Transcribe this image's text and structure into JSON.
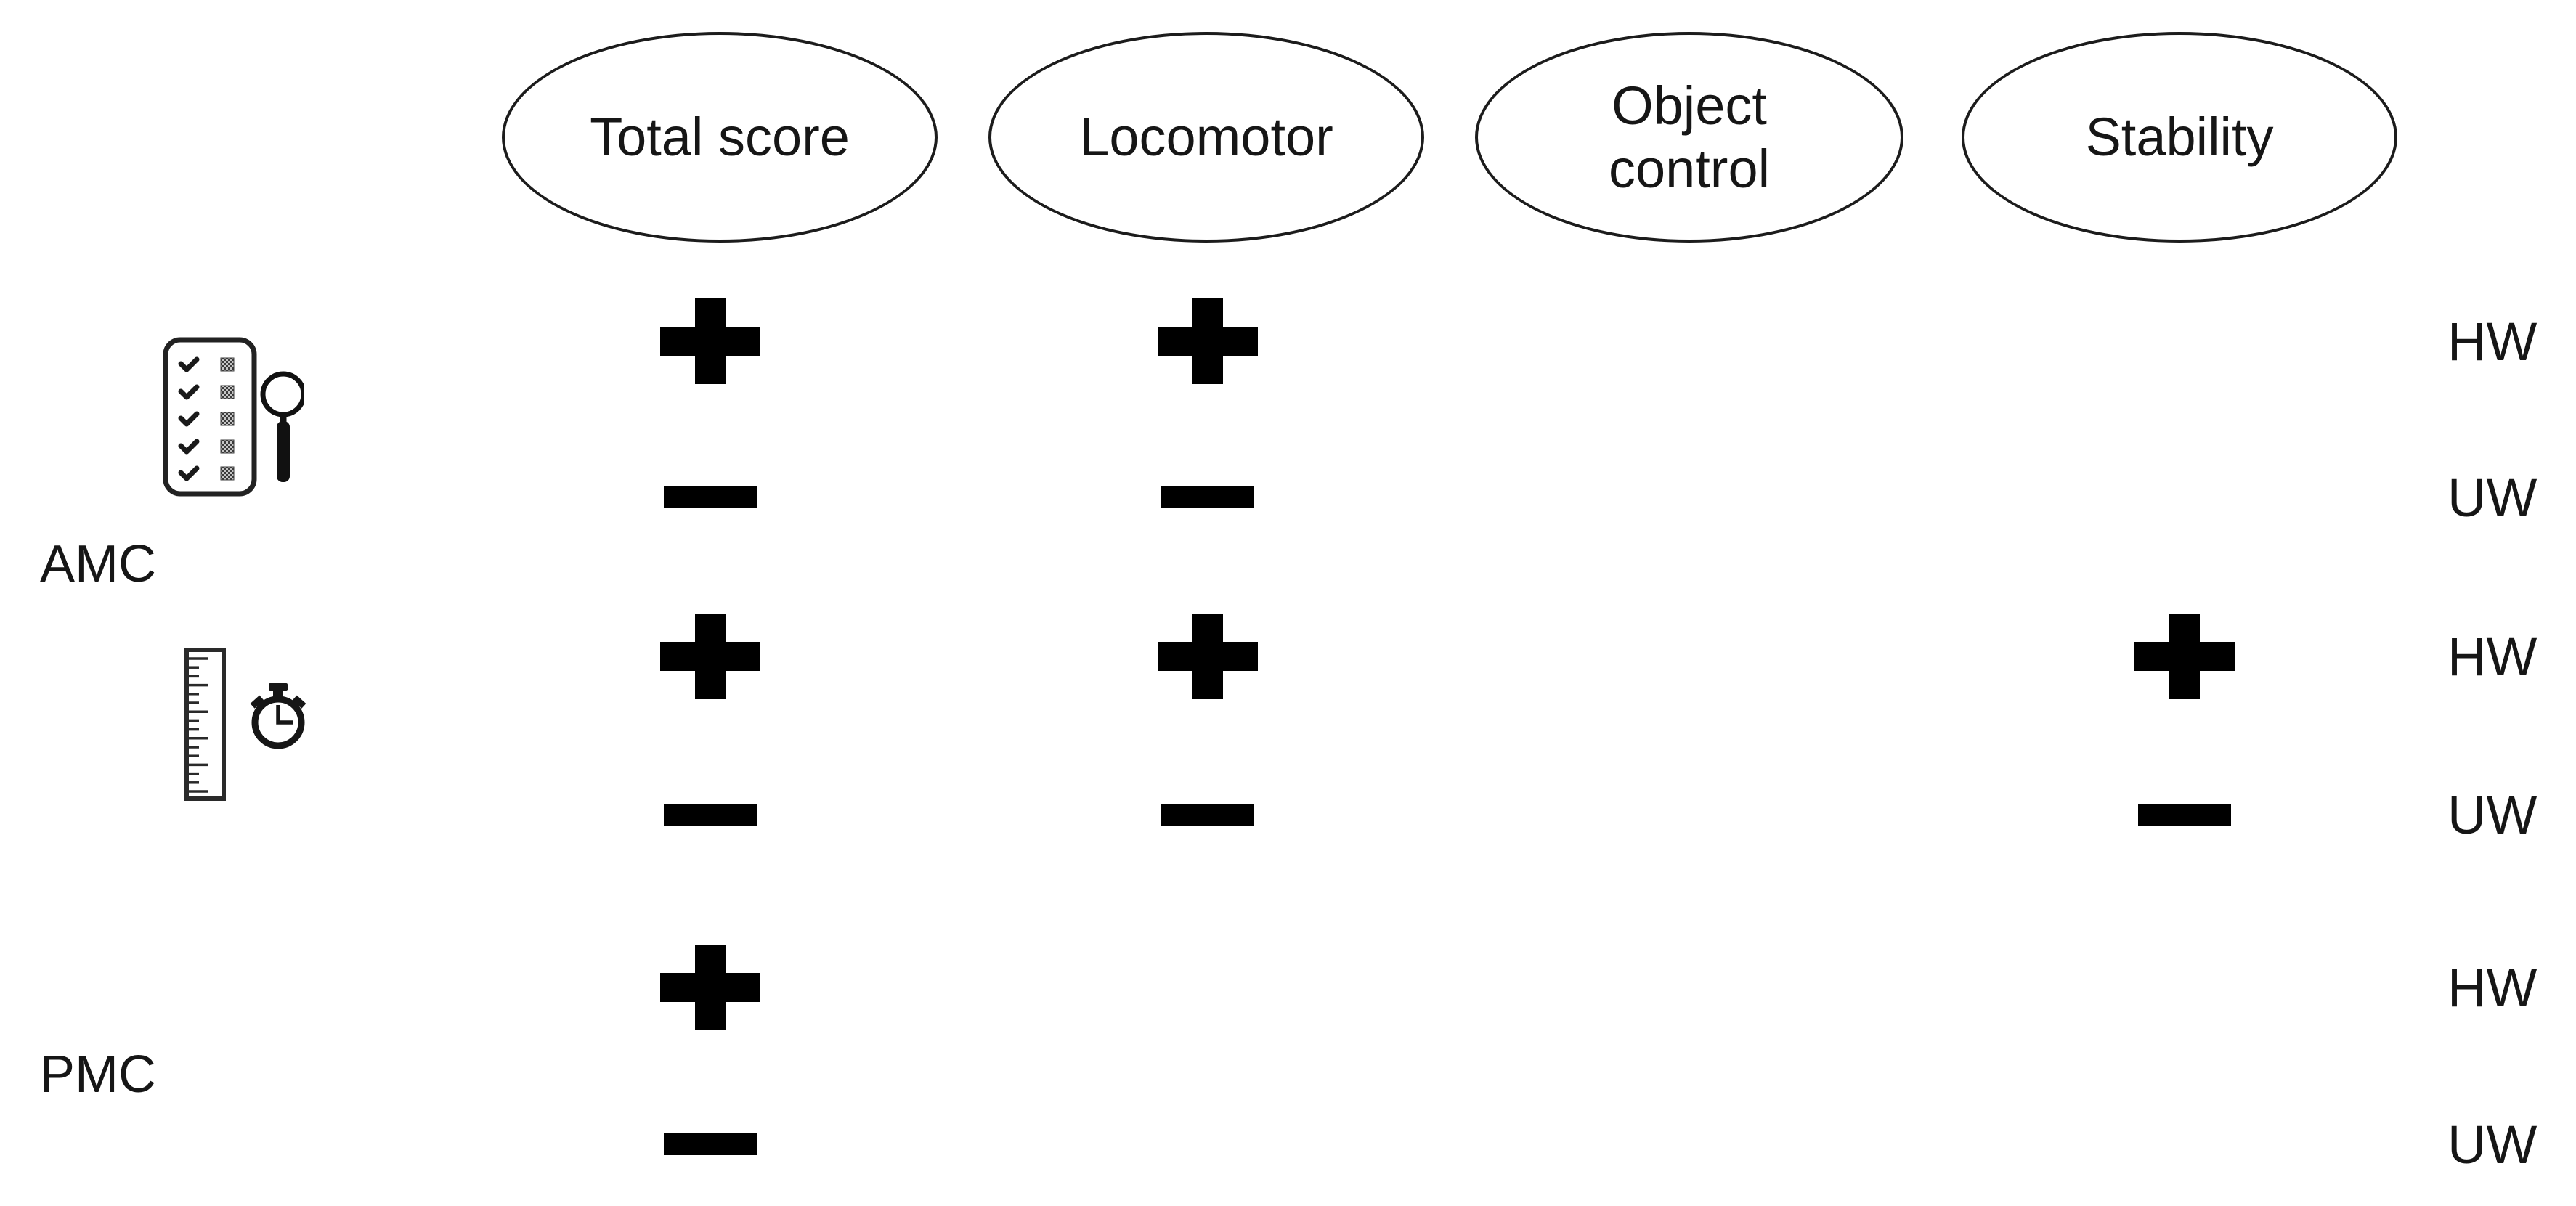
{
  "figure_type": "association-matrix-diagram",
  "colors": {
    "background": "#ffffff",
    "ink": "#000000",
    "outline": "#1c1c1c"
  },
  "columns": [
    {
      "id": "total_score",
      "label": "Total score"
    },
    {
      "id": "locomotor",
      "label": "Locomotor"
    },
    {
      "id": "object_control",
      "label": "Object control"
    },
    {
      "id": "stability",
      "label": "Stability"
    }
  ],
  "left_labels": [
    {
      "id": "amc",
      "label": "AMC"
    },
    {
      "id": "pmc",
      "label": "PMC"
    }
  ],
  "icons": [
    {
      "name": "checklist-magnifier-icon",
      "meaning": "checklist with magnifying glass"
    },
    {
      "name": "ruler-stopwatch-icon",
      "meaning": "ruler with stopwatch"
    }
  ],
  "rows": [
    {
      "group": "AMC",
      "weight": "HW",
      "signs": {
        "total_score": "+",
        "locomotor": "+",
        "object_control": "",
        "stability": ""
      }
    },
    {
      "group": "AMC",
      "weight": "UW",
      "signs": {
        "total_score": "-",
        "locomotor": "-",
        "object_control": "",
        "stability": ""
      }
    },
    {
      "group": "AMC",
      "weight": "HW",
      "signs": {
        "total_score": "+",
        "locomotor": "+",
        "object_control": "",
        "stability": "+"
      }
    },
    {
      "group": "AMC",
      "weight": "UW",
      "signs": {
        "total_score": "-",
        "locomotor": "-",
        "object_control": "",
        "stability": "-"
      }
    },
    {
      "group": "PMC",
      "weight": "HW",
      "signs": {
        "total_score": "+",
        "locomotor": "",
        "object_control": "",
        "stability": ""
      }
    },
    {
      "group": "PMC",
      "weight": "UW",
      "signs": {
        "total_score": "-",
        "locomotor": "",
        "object_control": "",
        "stability": ""
      }
    }
  ]
}
